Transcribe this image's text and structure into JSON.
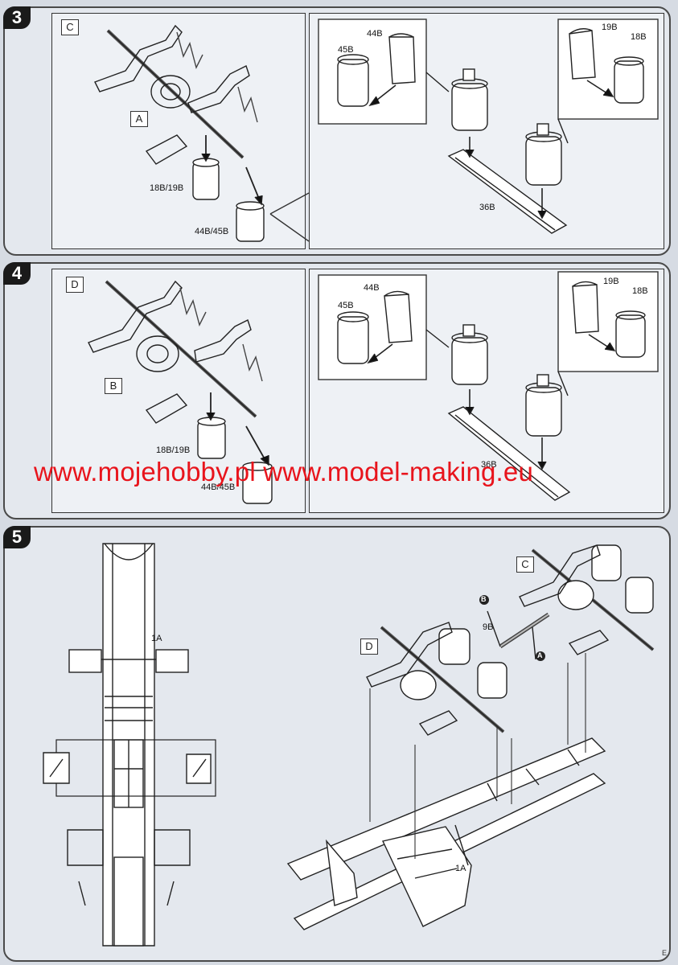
{
  "steps": [
    {
      "number": "3",
      "assembly_label": "C",
      "axle_label": "A",
      "parts": {
        "p18_19": "18B/19B",
        "p44_45": "44B/45B",
        "p45": "45B",
        "p44": "44B",
        "p19": "19B",
        "p18": "18B",
        "p36": "36B"
      }
    },
    {
      "number": "4",
      "assembly_label": "D",
      "axle_label": "B",
      "parts": {
        "p18_19": "18B/19B",
        "p44_45": "44B/45B",
        "p45": "45B",
        "p44": "44B",
        "p19": "19B",
        "p18": "18B",
        "p36": "36B"
      }
    },
    {
      "number": "5",
      "labels": {
        "frame": "1A",
        "frame2": "1A",
        "assy_c": "C",
        "assy_d": "D",
        "rod": "9B",
        "end_a": "A",
        "end_b": "B"
      }
    }
  ],
  "watermark": "www.mojehobby.pl www.model-making.eu",
  "page_mark": "E"
}
